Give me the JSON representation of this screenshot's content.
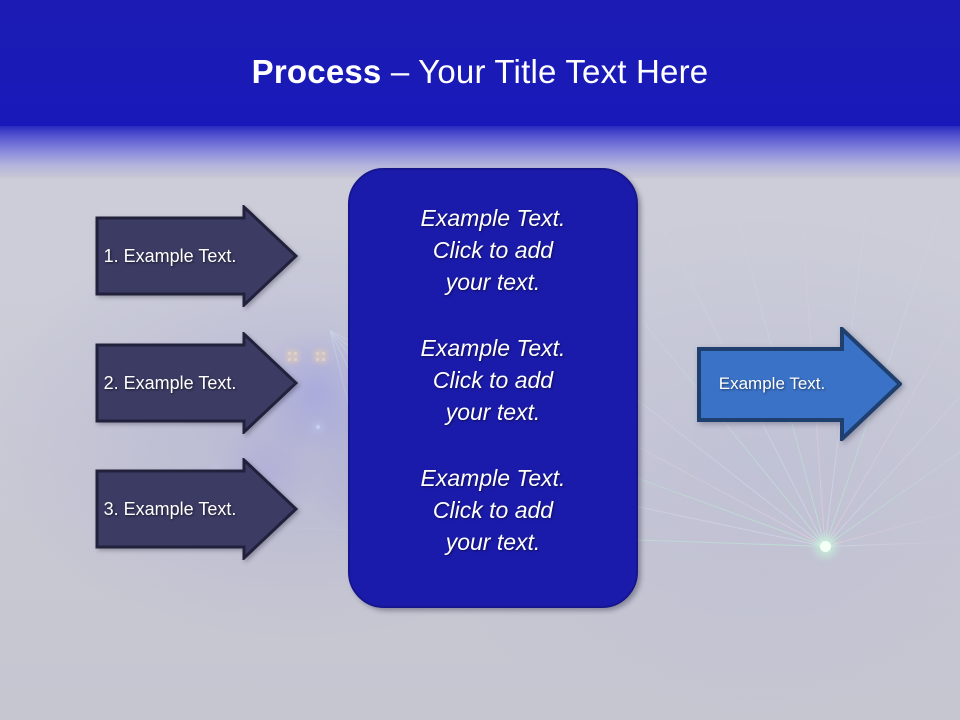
{
  "slide": {
    "title_bold": "Process",
    "title_rest": " – Your Title Text Here",
    "colors": {
      "banner_blue": "#1a1ab6",
      "background_gray": "#c9c9d5",
      "step_arrow_fill": "#3b3b64",
      "step_arrow_outline": "#21213c",
      "panel_fill": "#1b1bab",
      "panel_outline": "#16168f",
      "result_arrow_fill": "#3a72c8",
      "result_arrow_outline": "#1f3f6e",
      "text_white": "#ffffff"
    }
  },
  "steps": [
    {
      "label": "1. Example Text."
    },
    {
      "label": "2. Example Text."
    },
    {
      "label": "3. Example Text."
    }
  ],
  "panel": {
    "blocks": [
      {
        "text": "Example Text.\nClick  to add\nyour text."
      },
      {
        "text": "Example Text.\nClick  to add\nyour text."
      },
      {
        "text": "Example Text.\nClick  to add\nyour text."
      }
    ]
  },
  "result": {
    "label": "Example Text."
  }
}
